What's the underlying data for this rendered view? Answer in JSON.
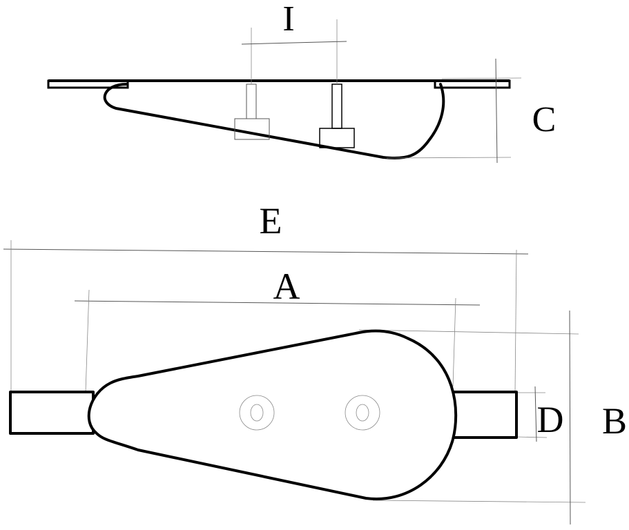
{
  "dimension_labels": {
    "i": "I",
    "c": "C",
    "e": "E",
    "a": "A",
    "d": "D",
    "b": "B"
  },
  "colors": {
    "stroke": "#000000",
    "dimension_line": "#555555",
    "background": "#ffffff"
  }
}
